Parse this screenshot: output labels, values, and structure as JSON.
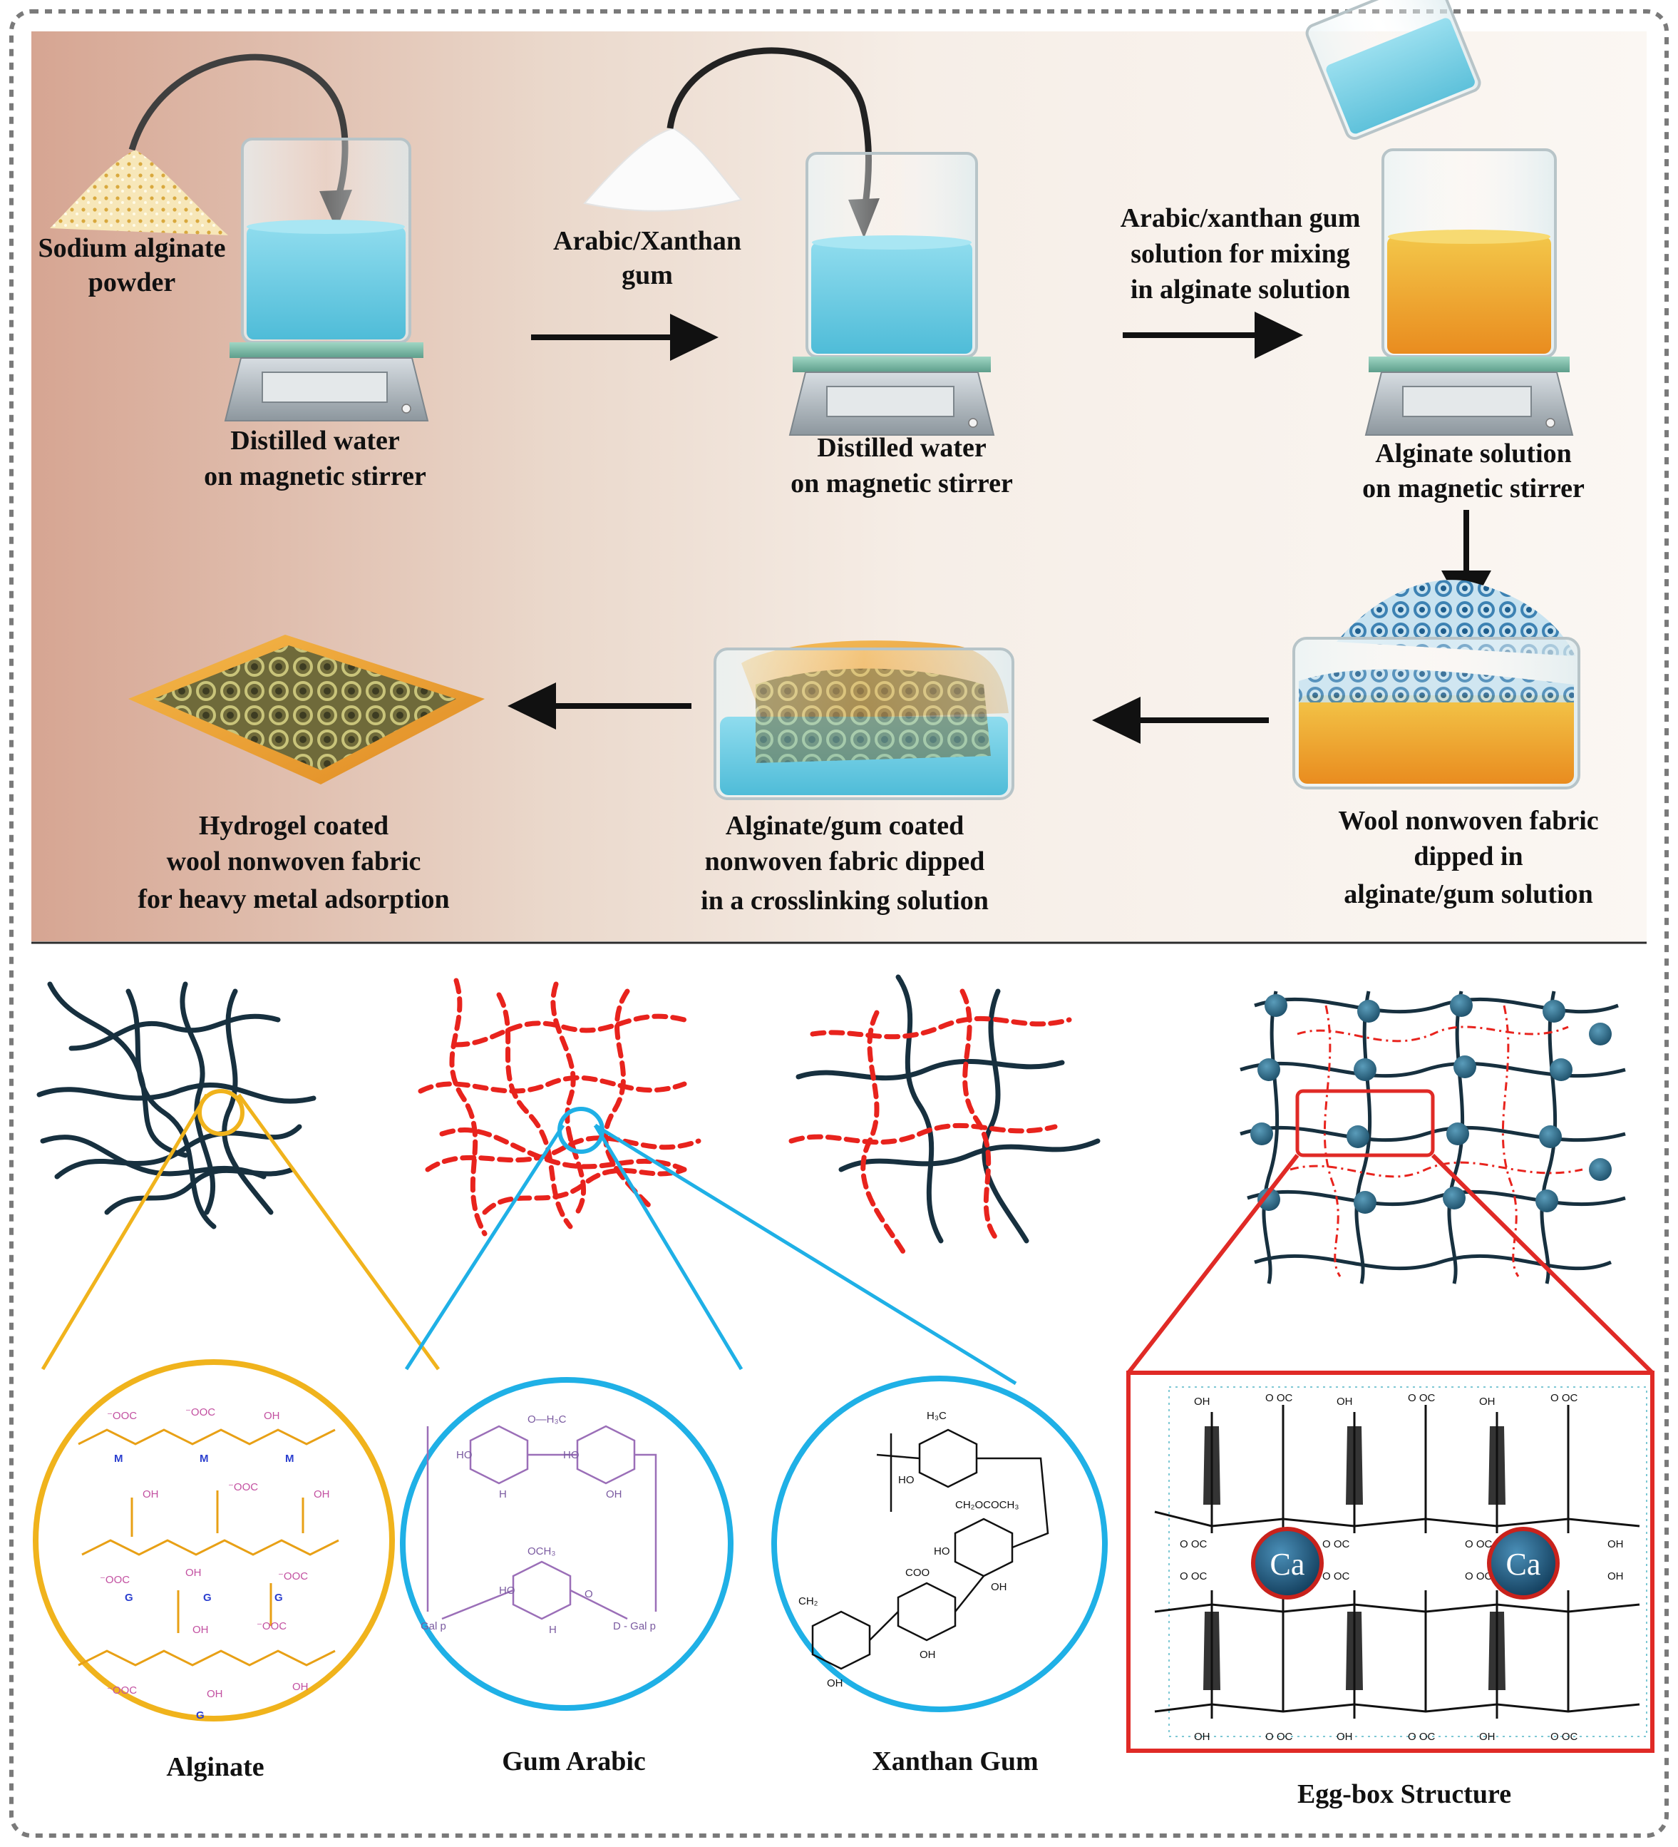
{
  "top_panel": {
    "steps": [
      {
        "lines": [
          "Sodium alginate",
          "powder"
        ]
      },
      {
        "lines": [
          "Distilled water",
          "on magnetic stirrer"
        ]
      },
      {
        "lines": [
          "Arabic/Xanthan",
          "gum"
        ]
      },
      {
        "lines": [
          "Distilled water",
          "on magnetic stirrer"
        ]
      },
      {
        "lines": [
          "Arabic/xanthan gum",
          "solution for mixing",
          "in alginate solution"
        ]
      },
      {
        "lines": [
          "Alginate solution",
          "on magnetic stirrer"
        ]
      },
      {
        "lines": [
          "Wool nonwoven fabric",
          "dipped in",
          "alginate/gum solution"
        ]
      },
      {
        "lines": [
          "Alginate/gum coated",
          "nonwoven fabric dipped",
          "in a crosslinking solution"
        ]
      },
      {
        "lines": [
          "Hydrogel coated",
          "wool nonwoven fabric",
          "for heavy metal adsorption"
        ]
      }
    ]
  },
  "bottom_panel": {
    "structures": [
      {
        "label": "Alginate"
      },
      {
        "label": "Gum Arabic"
      },
      {
        "label": "Xanthan Gum"
      },
      {
        "label": "Egg-box Structure"
      }
    ],
    "ion_label": "Ca",
    "alginate_residues": [
      "M",
      "M",
      "M",
      "G",
      "G",
      "G",
      "G"
    ],
    "chem": {
      "oh": "OH",
      "ho": "HO",
      "coo": "⁻OOC",
      "ooc": "O OC",
      "coo2": "COO",
      "h": "H",
      "h3c": "H₃C",
      "ch2": "CH₂",
      "och3": "OCH₃",
      "acetyl": "CH₂OCOCH₃",
      "galp": "Gal p",
      "dgalp": "D - Gal p",
      "o": "O",
      "o_h3c": "O—H₃C"
    }
  },
  "colors": {
    "alginate_chain": "#17303f",
    "gum_chain": "#e8231d",
    "alginate_lens": "#f0b31c",
    "gum_lens": "#1fb0e6",
    "eggbox_frame": "#e02a26",
    "calcium_ion": "#1c5d86",
    "node": "#2f7494"
  }
}
